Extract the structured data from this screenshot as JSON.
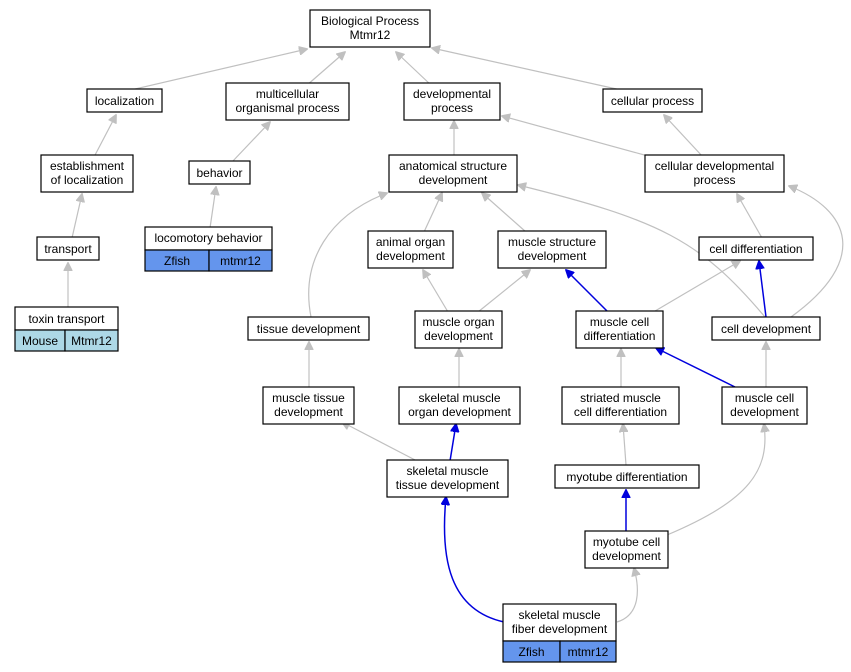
{
  "nodes": {
    "bp_root": [
      "Biological Process",
      "Mtmr12"
    ],
    "localization": [
      "localization"
    ],
    "multicellular": [
      "multicellular",
      "organismal process"
    ],
    "developmental_process": [
      "developmental",
      "process"
    ],
    "cellular_process": [
      "cellular process"
    ],
    "establishment": [
      "establishment",
      "of localization"
    ],
    "behavior": [
      "behavior"
    ],
    "anatomical": [
      "anatomical structure",
      "development"
    ],
    "cellular_dev_process": [
      "cellular developmental",
      "process"
    ],
    "transport": [
      "transport"
    ],
    "locomotory": [
      "locomotory behavior"
    ],
    "animal_organ": [
      "animal organ",
      "development"
    ],
    "muscle_structure": [
      "muscle structure",
      "development"
    ],
    "cell_differentiation": [
      "cell differentiation"
    ],
    "toxin_transport": [
      "toxin transport"
    ],
    "tissue_development": [
      "tissue development"
    ],
    "muscle_organ": [
      "muscle organ",
      "development"
    ],
    "muscle_cell_diff": [
      "muscle cell",
      "differentiation"
    ],
    "cell_development": [
      "cell development"
    ],
    "muscle_tissue": [
      "muscle tissue",
      "development"
    ],
    "skeletal_muscle_organ": [
      "skeletal muscle",
      "organ development"
    ],
    "striated_muscle": [
      "striated muscle",
      "cell differentiation"
    ],
    "muscle_cell_dev": [
      "muscle cell",
      "development"
    ],
    "skeletal_muscle_tissue": [
      "skeletal muscle",
      "tissue development"
    ],
    "myotube_diff": [
      "myotube differentiation"
    ],
    "myotube_cell_dev": [
      "myotube cell",
      "development"
    ],
    "skeletal_fiber": [
      "skeletal muscle",
      "fiber development"
    ]
  },
  "annotations": {
    "locomotory": [
      "Zfish",
      "mtmr12"
    ],
    "toxin_transport": [
      "Mouse",
      "Mtmr12"
    ],
    "skeletal_fiber": [
      "Zfish",
      "mtmr12"
    ]
  },
  "annotation_colors": {
    "Mouse": "#add8e6",
    "Zfish": "#6495ed"
  },
  "edges": [
    {
      "from": "localization",
      "to": "bp_root",
      "color": "gray"
    },
    {
      "from": "multicellular",
      "to": "bp_root",
      "color": "gray"
    },
    {
      "from": "developmental_process",
      "to": "bp_root",
      "color": "gray"
    },
    {
      "from": "cellular_process",
      "to": "bp_root",
      "color": "gray"
    },
    {
      "from": "establishment",
      "to": "localization",
      "color": "gray"
    },
    {
      "from": "behavior",
      "to": "multicellular",
      "color": "gray"
    },
    {
      "from": "anatomical",
      "to": "developmental_process",
      "color": "gray"
    },
    {
      "from": "cellular_dev_process",
      "to": "developmental_process",
      "color": "gray"
    },
    {
      "from": "cellular_dev_process",
      "to": "cellular_process",
      "color": "gray"
    },
    {
      "from": "transport",
      "to": "establishment",
      "color": "gray"
    },
    {
      "from": "locomotory",
      "to": "behavior",
      "color": "gray"
    },
    {
      "from": "toxin_transport",
      "to": "transport",
      "color": "gray"
    },
    {
      "from": "animal_organ",
      "to": "anatomical",
      "color": "gray"
    },
    {
      "from": "muscle_structure",
      "to": "anatomical",
      "color": "gray"
    },
    {
      "from": "tissue_development",
      "to": "anatomical",
      "color": "gray"
    },
    {
      "from": "cell_development",
      "to": "anatomical",
      "color": "gray"
    },
    {
      "from": "cell_differentiation",
      "to": "cellular_dev_process",
      "color": "gray"
    },
    {
      "from": "cell_development",
      "to": "cellular_dev_process",
      "color": "gray"
    },
    {
      "from": "muscle_organ",
      "to": "animal_organ",
      "color": "gray"
    },
    {
      "from": "muscle_organ",
      "to": "muscle_structure",
      "color": "gray"
    },
    {
      "from": "muscle_cell_diff",
      "to": "muscle_structure",
      "color": "blue"
    },
    {
      "from": "muscle_cell_diff",
      "to": "cell_differentiation",
      "color": "gray"
    },
    {
      "from": "cell_development",
      "to": "cell_differentiation",
      "color": "blue"
    },
    {
      "from": "muscle_tissue",
      "to": "tissue_development",
      "color": "gray"
    },
    {
      "from": "skeletal_muscle_organ",
      "to": "muscle_organ",
      "color": "gray"
    },
    {
      "from": "striated_muscle",
      "to": "muscle_cell_diff",
      "color": "gray"
    },
    {
      "from": "muscle_cell_dev",
      "to": "muscle_cell_diff",
      "color": "blue"
    },
    {
      "from": "muscle_cell_dev",
      "to": "cell_development",
      "color": "gray"
    },
    {
      "from": "skeletal_muscle_tissue",
      "to": "muscle_tissue",
      "color": "gray"
    },
    {
      "from": "skeletal_muscle_tissue",
      "to": "skeletal_muscle_organ",
      "color": "blue"
    },
    {
      "from": "myotube_diff",
      "to": "striated_muscle",
      "color": "gray"
    },
    {
      "from": "myotube_cell_dev",
      "to": "myotube_diff",
      "color": "blue"
    },
    {
      "from": "myotube_cell_dev",
      "to": "muscle_cell_dev",
      "color": "gray"
    },
    {
      "from": "skeletal_fiber",
      "to": "skeletal_muscle_tissue",
      "color": "blue"
    },
    {
      "from": "skeletal_fiber",
      "to": "myotube_cell_dev",
      "color": "gray"
    }
  ],
  "edge_colors": {
    "gray": "#c0c0c0",
    "blue": "#0000dd"
  }
}
